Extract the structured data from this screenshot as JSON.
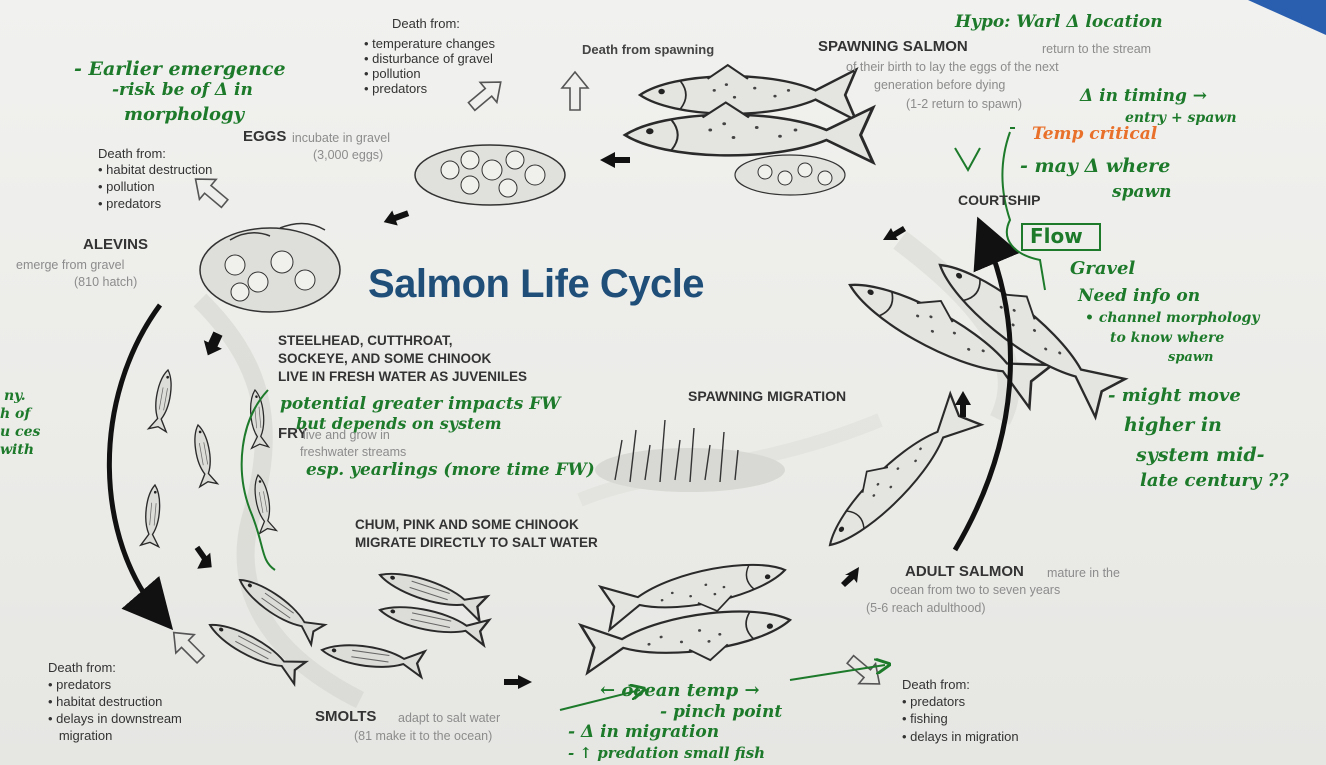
{
  "title": "Salmon Life Cycle",
  "stages": {
    "spawning_salmon": {
      "label": "SPAWNING SALMON",
      "desc1": "return to the stream",
      "desc2": "of their birth to lay the eggs of the next",
      "desc3": "generation before dying",
      "desc4": "(1-2 return to spawn)"
    },
    "death_spawning": "Death from spawning",
    "eggs": {
      "label": "EGGS",
      "desc1": "incubate in gravel",
      "desc2": "(3,000 eggs)"
    },
    "death_eggs": {
      "head": "Death from:",
      "items": [
        "• temperature changes",
        "• disturbance of gravel",
        "• pollution",
        "• predators"
      ]
    },
    "death_alevins": {
      "head": "Death from:",
      "items": [
        "• habitat destruction",
        "• pollution",
        "• predators"
      ]
    },
    "alevins": {
      "label": "ALEVINS",
      "desc1": "emerge from gravel",
      "desc2": "(810 hatch)"
    },
    "courtship": "COURTSHIP",
    "juveniles_fw": [
      "STEELHEAD, CUTTHROAT,",
      "SOCKEYE, AND SOME CHINOOK",
      "LIVE IN FRESH WATER AS JUVENILES"
    ],
    "fry": {
      "label": "FRY",
      "desc1": "live and grow in",
      "desc2": "freshwater streams"
    },
    "spawning_migration": "SPAWNING MIGRATION",
    "salt_water": [
      "CHUM, PINK AND SOME CHINOOK",
      "MIGRATE DIRECTLY TO SALT WATER"
    ],
    "adult_salmon": {
      "label": "ADULT SALMON",
      "desc1": "mature in the",
      "desc2": "ocean from two to seven years",
      "desc3": "(5-6 reach adulthood)"
    },
    "smolts": {
      "label": "SMOLTS",
      "desc1": "adapt to salt water",
      "desc2": "(81 make it to the ocean)"
    },
    "death_smolts": {
      "head": "Death from:",
      "items": [
        "• predators",
        "• habitat destruction",
        "• delays in downstream",
        "   migration"
      ]
    },
    "death_adults": {
      "head": "Death from:",
      "items": [
        "• predators",
        "• fishing",
        "• delays in migration"
      ]
    }
  },
  "handwritten": {
    "earlier_emergence": [
      "- Earlier emergence",
      "-risk be of Δ in",
      "morphology"
    ],
    "hypo": [
      "Hypo: Warl Δ location",
      "Δ in timing →",
      "entry + spawn"
    ],
    "temp_critical": "Temp critical",
    "may_change": [
      "- may Δ where",
      "spawn"
    ],
    "flow": "Flow",
    "gravel": "Gravel",
    "need_info": [
      "Need info on",
      "• channel morphology",
      "to know where",
      "spawn"
    ],
    "might_move": [
      "- might move",
      "higher in",
      "system mid-",
      "late century ??"
    ],
    "potential": [
      "potential greater impacts FW",
      "but depends on system",
      "esp. yearlings (more time FW)"
    ],
    "ocean_temp": [
      "← ocean temp →",
      "- pinch point",
      "- Δ in migration",
      "- ↑ predation small fish"
    ],
    "left_edge": [
      "ny.",
      "h of",
      "u ces",
      "with"
    ]
  },
  "colors": {
    "title": "#1f4e79",
    "handwriting": "#1c7a2a",
    "orange_note": "#e8702a",
    "arrows": "#111111"
  }
}
